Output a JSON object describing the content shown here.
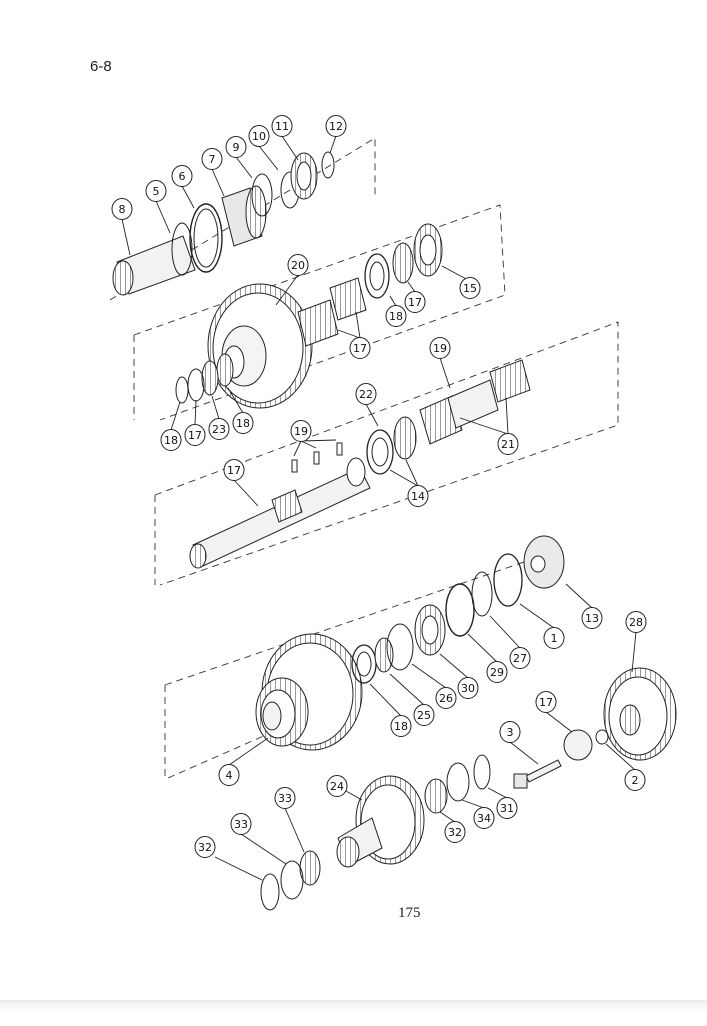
{
  "header": {
    "page_code": "6-8"
  },
  "footer": {
    "page_number": "175"
  },
  "callouts": [
    {
      "label": "8"
    },
    {
      "label": "5"
    },
    {
      "label": "6"
    },
    {
      "label": "7"
    },
    {
      "label": "9"
    },
    {
      "label": "10"
    },
    {
      "label": "11"
    },
    {
      "label": "12"
    },
    {
      "label": "20"
    },
    {
      "label": "15"
    },
    {
      "label": "17"
    },
    {
      "label": "18"
    },
    {
      "label": "17"
    },
    {
      "label": "19"
    },
    {
      "label": "22"
    },
    {
      "label": "21"
    },
    {
      "label": "18"
    },
    {
      "label": "17"
    },
    {
      "label": "23"
    },
    {
      "label": "18"
    },
    {
      "label": "19"
    },
    {
      "label": "14"
    },
    {
      "label": "17"
    },
    {
      "label": "13"
    },
    {
      "label": "28"
    },
    {
      "label": "1"
    },
    {
      "label": "27"
    },
    {
      "label": "29"
    },
    {
      "label": "30"
    },
    {
      "label": "26"
    },
    {
      "label": "25"
    },
    {
      "label": "18"
    },
    {
      "label": "17"
    },
    {
      "label": "2"
    },
    {
      "label": "3"
    },
    {
      "label": "4"
    },
    {
      "label": "24"
    },
    {
      "label": "31"
    },
    {
      "label": "34"
    },
    {
      "label": "32"
    },
    {
      "label": "33"
    },
    {
      "label": "33"
    },
    {
      "label": "32"
    },
    {
      "label": "34"
    }
  ]
}
